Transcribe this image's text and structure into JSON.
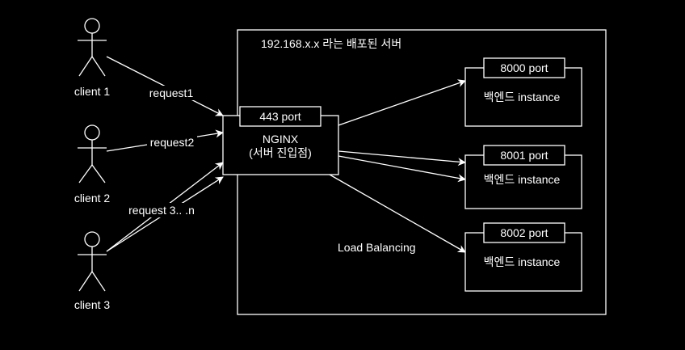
{
  "server": {
    "title": "192.168.x.x 라는 배포된 서버"
  },
  "clients": [
    {
      "label": "client 1"
    },
    {
      "label": "client 2"
    },
    {
      "label": "client 3"
    }
  ],
  "requests": [
    {
      "label": "request1"
    },
    {
      "label": "request2"
    },
    {
      "label": "request 3.. .n"
    }
  ],
  "nginx": {
    "port": "443 port",
    "name": "NGINX",
    "subtitle": "(서버 진입점)"
  },
  "load_balancing": "Load Balancing",
  "backends": [
    {
      "port": "8000 port",
      "label": "백엔드 instance"
    },
    {
      "port": "8001 port",
      "label": "백엔드 instance"
    },
    {
      "port": "8002 port",
      "label": "백엔드 instance"
    }
  ],
  "colors": {
    "background": "#000000",
    "stroke": "#ffffff",
    "text": "#ffffff"
  }
}
